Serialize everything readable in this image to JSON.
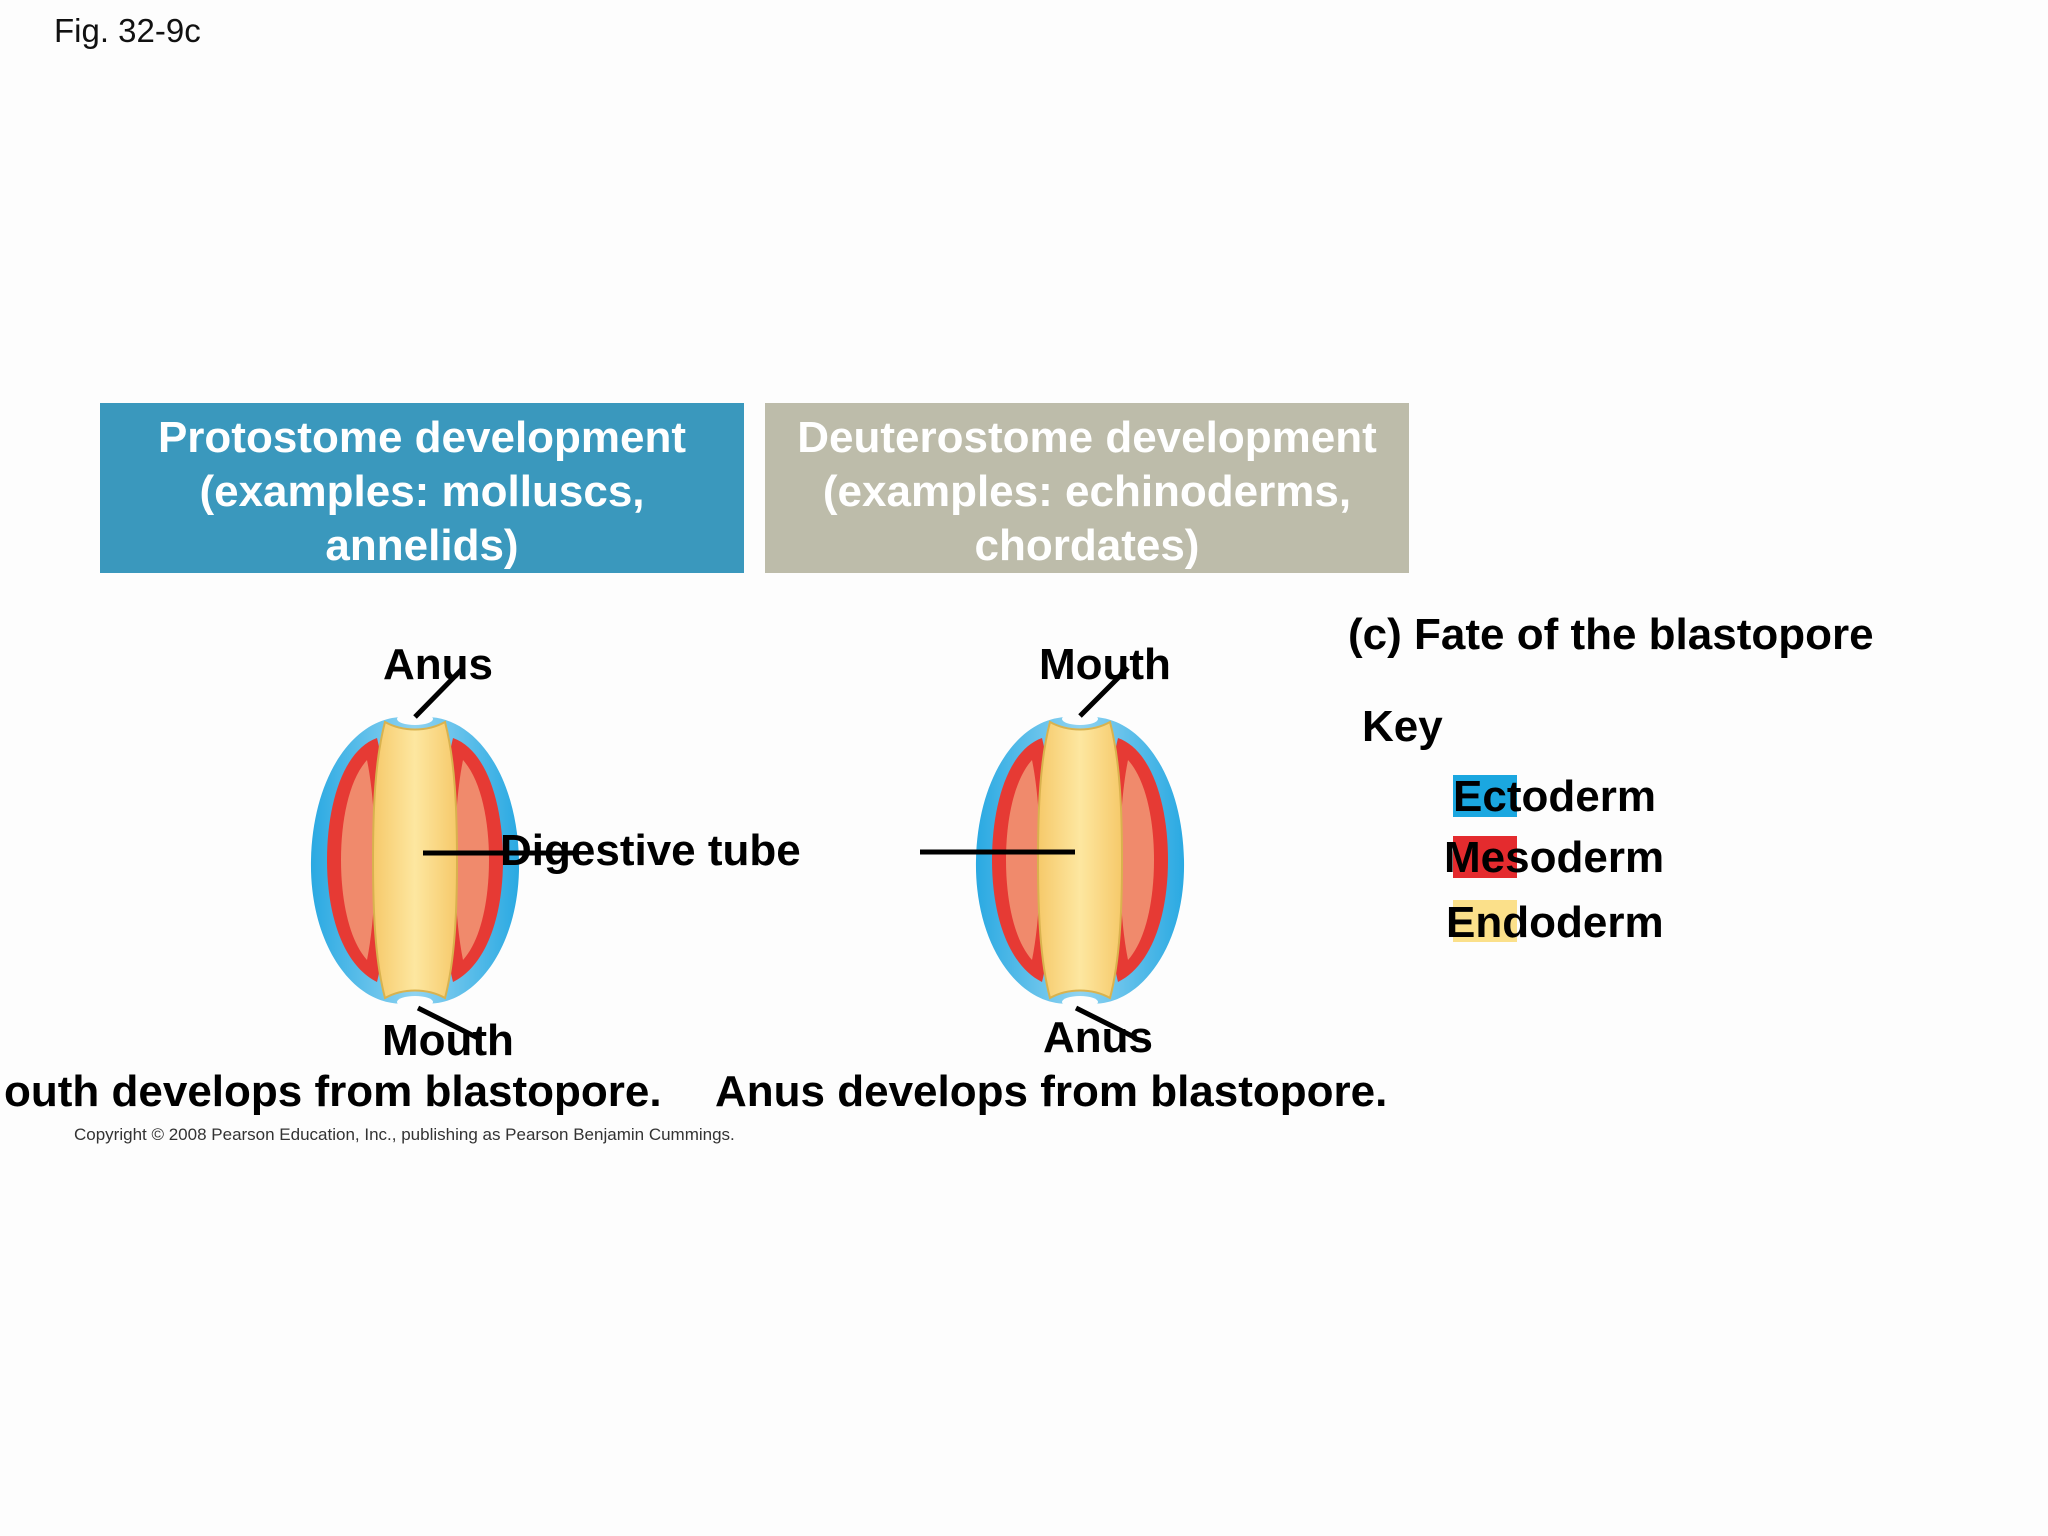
{
  "figure_label": "Fig. 32-9c",
  "protostome": {
    "header_lines": [
      "Protostome development",
      "(examples: molluscs,",
      "annelids)"
    ],
    "top_label": "Anus",
    "bottom_label": "Mouth",
    "side_label": "Digestive tube",
    "caption": "outh develops from blastopore."
  },
  "deuterostome": {
    "header_lines": [
      "Deuterostome development",
      "(examples: echinoderms,",
      "chordates)"
    ],
    "top_label": "Mouth",
    "bottom_label": "Anus",
    "caption": "Anus develops from blastopore."
  },
  "panel_title": "(c) Fate of the blastopore",
  "key": {
    "title": "Key",
    "items": [
      {
        "label": "Ectoderm",
        "color": "#1ba7e0"
      },
      {
        "label": "Mesoderm",
        "color": "#e42b2e"
      },
      {
        "label": "Endoderm",
        "color": "#fbe08a"
      }
    ]
  },
  "copyright": "Copyright © 2008 Pearson Education, Inc., publishing as Pearson Benjamin Cummings."
}
